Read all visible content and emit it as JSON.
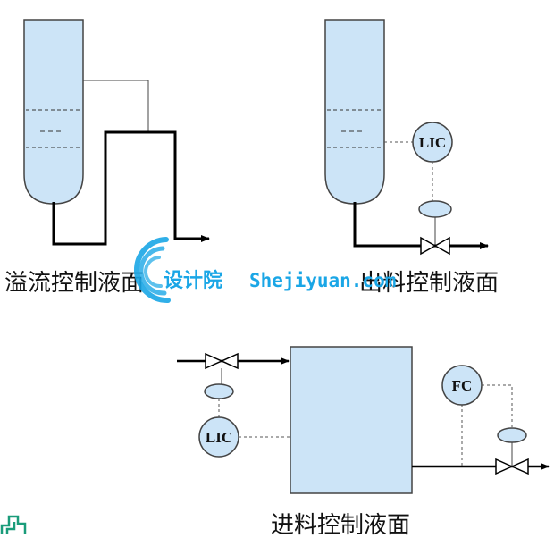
{
  "colors": {
    "vessel_fill": "#cce4f7",
    "vessel_stroke": "#444444",
    "pipe": "#000000",
    "signal_line": "#555555",
    "instrument_fill": "#cce4f7",
    "watermark": "#1aa6e6"
  },
  "diagrams": {
    "overflow": {
      "caption": "溢流控制液面"
    },
    "outlet": {
      "caption": "出料控制液面",
      "controller": "LIC"
    },
    "inlet": {
      "caption": "进料控制液面",
      "level_controller": "LIC",
      "flow_controller": "FC"
    }
  },
  "watermark": {
    "cn_text": "设计院",
    "en_text": "Shejiyuan.com",
    "icon": "swirl-logo-icon"
  },
  "corner_mark": {
    "icon": "stepped-logo-fragment-icon"
  }
}
